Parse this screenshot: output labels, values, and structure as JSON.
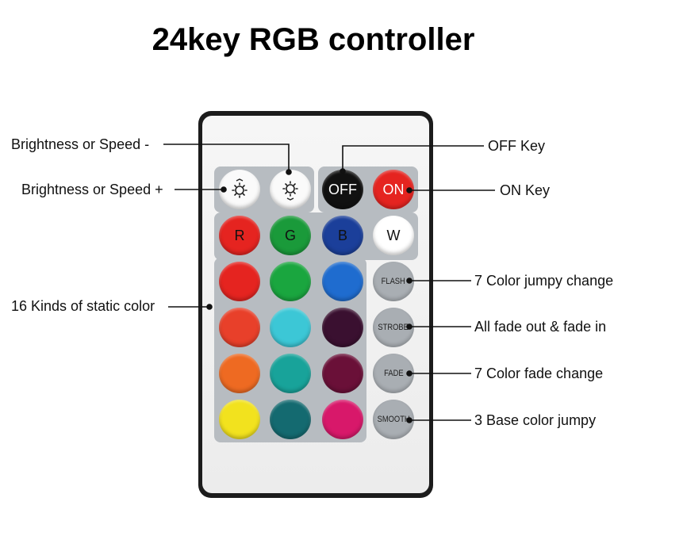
{
  "title": "24key RGB controller",
  "callouts": {
    "brightness_minus": "Brightness or Speed -",
    "brightness_plus": "Brightness or Speed +",
    "off_key": "OFF Key",
    "on_key": "ON Key",
    "static_colors": "16 Kinds of static color",
    "flash": "7 Color jumpy change",
    "strobe": "All fade out & fade in",
    "fade": "7 Color fade change",
    "smooth": "3 Base color jumpy"
  },
  "keys": {
    "off": "OFF",
    "on": "ON",
    "r": "R",
    "g": "G",
    "b": "B",
    "w": "W",
    "flash": "FLASH",
    "strobe": "STROBE",
    "fade": "FADE",
    "smooth": "SMOOTH"
  },
  "colors": {
    "off_key": "#111111",
    "on_key": "#e52420",
    "r": "#e52420",
    "g": "#1a9a3a",
    "b": "#1b3f9a",
    "w": "#ffffff",
    "row1": [
      "#e52420",
      "#1aa63f",
      "#1f6ccf"
    ],
    "row2": [
      "#e8402a",
      "#3cc7d6",
      "#3a1030"
    ],
    "row3": [
      "#ee6a22",
      "#18a39a",
      "#6a1038"
    ],
    "row4": [
      "#f2e21e",
      "#146a70",
      "#d8186a"
    ]
  }
}
